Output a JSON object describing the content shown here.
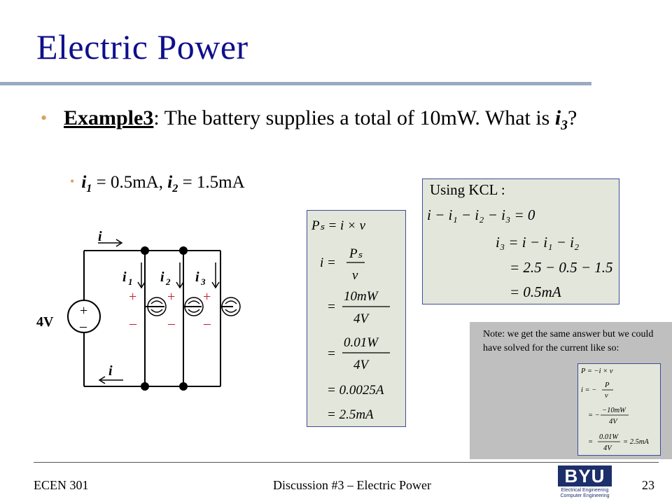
{
  "slide": {
    "title": "Electric Power",
    "bullet1": {
      "label": "Example3",
      "text": ": The battery supplies a total of 10mW. What is ",
      "var": "i",
      "var_sub": "3",
      "end": "?"
    },
    "bullet2": {
      "v1": "i",
      "v1_sub": "1",
      "t1": " = 0.5mA, ",
      "v2": "i",
      "v2_sub": "2",
      "t2": " = 1.5mA"
    }
  },
  "circuit": {
    "current_top": "i",
    "current_bottom": "i",
    "source_voltage": "4V",
    "source_plus": "+",
    "source_minus": "–",
    "branches": [
      {
        "var": "i",
        "sub": "1",
        "plus": "+",
        "minus": "–"
      },
      {
        "var": "i",
        "sub": "2",
        "plus": "+",
        "minus": "–"
      },
      {
        "var": "i",
        "sub": "3",
        "plus": "+",
        "minus": "–"
      }
    ]
  },
  "kcl_box": {
    "heading": "Using KCL :",
    "line1": "i − i₁ − i₂ − i₃ = 0",
    "line2": "i₃ = i − i₁ − i₂",
    "line3": "= 2.5 − 0.5 − 1.5",
    "line4": "= 0.5mA"
  },
  "power_box": {
    "l1": "Pₛ = i × v",
    "l2_lhs": "i =",
    "l2_num": "Pₛ",
    "l2_den": "v",
    "l3_num": "10mW",
    "l3_den": "4V",
    "l4_num": "0.01W",
    "l4_den": "4V",
    "l5": "= 0.0025A",
    "l6": "= 2.5mA",
    "eq": "="
  },
  "note": {
    "text": "Note: we get the same answer but we could have solved for the current like so:",
    "box": {
      "l1": "P = −i × v",
      "l2_lhs": "i = −",
      "l2_num": "P",
      "l2_den": "v",
      "l3_lhs": "= −",
      "l3_num": "−10mW",
      "l3_den": "4V",
      "l4_lhs": "=",
      "l4_num": "0.01W",
      "l4_den": "4V",
      "l4_rhs": "= 2.5mA"
    }
  },
  "footer": {
    "course": "ECEN 301",
    "center": "Discussion #3 – Electric Power",
    "page": "23"
  },
  "logo": {
    "mark": "BYU",
    "line1": "Electrical Engineering",
    "line2": "Computer Engineering"
  }
}
